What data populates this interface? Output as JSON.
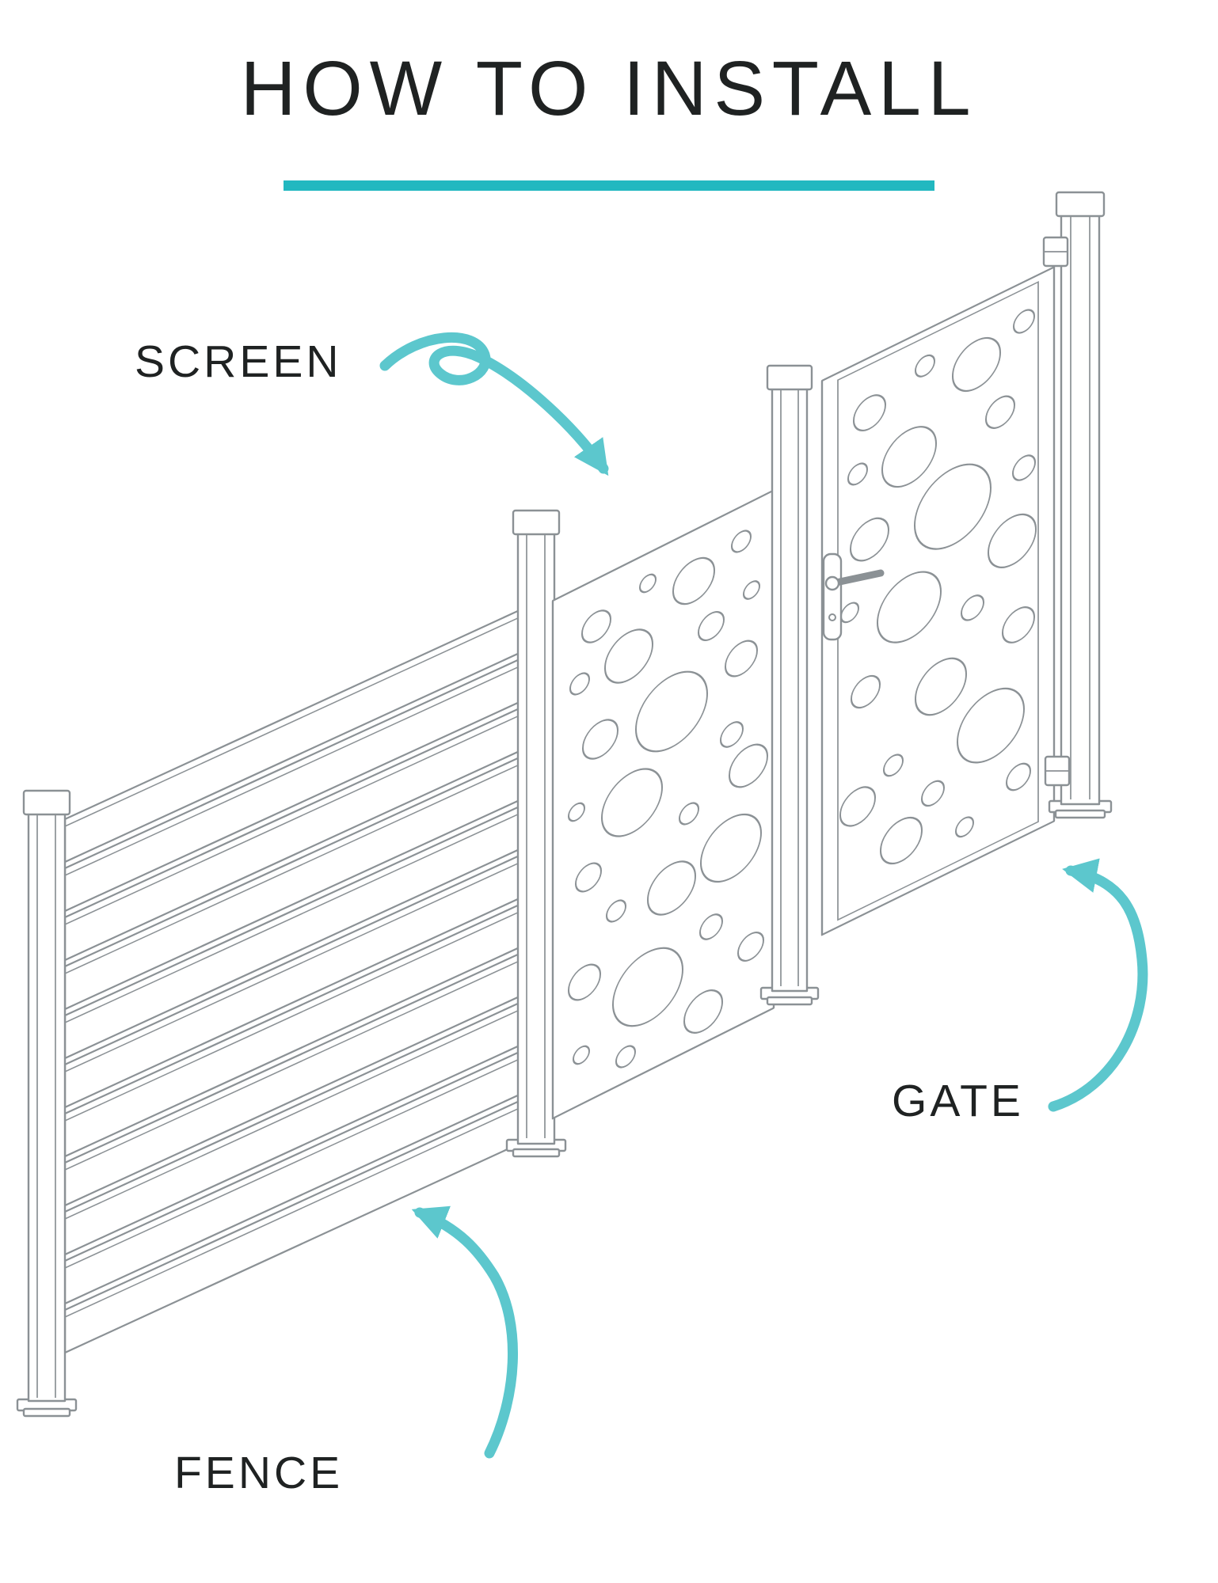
{
  "page": {
    "title": "HOW TO INSTALL"
  },
  "colors": {
    "teal_underline": "#22b8c0",
    "teal_arrow": "#5cc7cd",
    "line": "#8b9195",
    "text": "#1f2222",
    "background": "#ffffff"
  },
  "labels": [
    {
      "id": "screen",
      "text": "SCREEN",
      "target": "screen-panel"
    },
    {
      "id": "gate",
      "text": "GATE",
      "target": "gate-panel"
    },
    {
      "id": "fence",
      "text": "FENCE",
      "target": "fence-panel"
    }
  ],
  "diagram": {
    "parts": [
      "fence",
      "screen",
      "gate"
    ]
  }
}
